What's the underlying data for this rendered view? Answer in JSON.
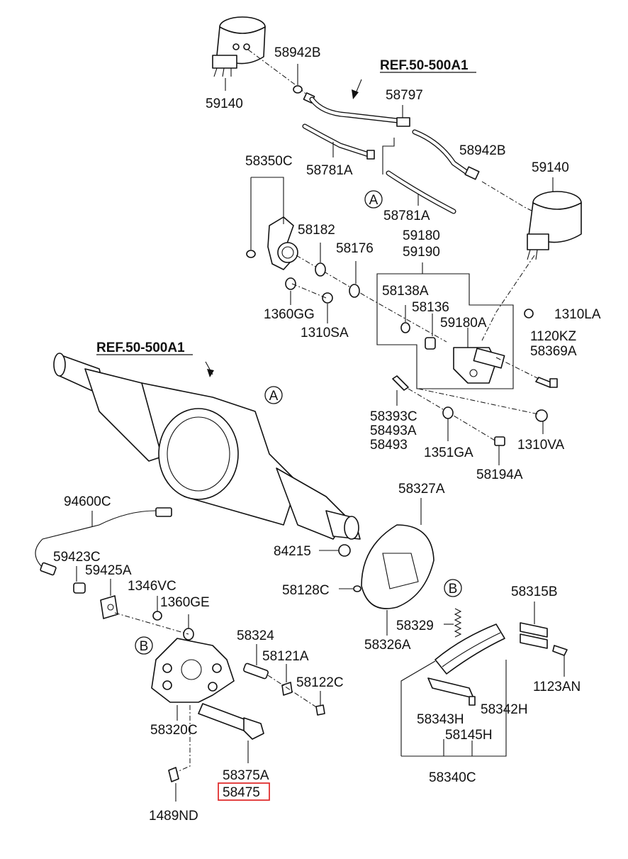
{
  "refs": {
    "upper": "REF.50-500A1",
    "lower": "REF.50-500A1"
  },
  "callouts": {
    "a_upper": "A",
    "a_housing": "A",
    "b_brake": "B",
    "b_bracket": "B"
  },
  "labels": {
    "p58942B_top": "58942B",
    "p59140_top": "59140",
    "p58797": "58797",
    "p58781A_top": "58781A",
    "p58942B_right": "58942B",
    "p59140_right": "59140",
    "p58781A_mid": "58781A",
    "p58350C": "58350C",
    "p58182": "58182",
    "p58176": "58176",
    "p59180": "59180",
    "p59190": "59190",
    "p58138A": "58138A",
    "p58136": "58136",
    "p59180A": "59180A",
    "p1310LA": "1310LA",
    "p1120KZ": "1120KZ",
    "p58369A": "58369A",
    "p1360GG": "1360GG",
    "p1310SA": "1310SA",
    "p58393C": "58393C",
    "p58493A": "58493A",
    "p58493": "58493",
    "p1351GA": "1351GA",
    "p1310VA": "1310VA",
    "p58194A": "58194A",
    "p58327A": "58327A",
    "p94600C": "94600C",
    "p59423C": "59423C",
    "p59425A": "59425A",
    "p1346VC": "1346VC",
    "p1360GE": "1360GE",
    "p84215": "84215",
    "p58128C": "58128C",
    "p58315B": "58315B",
    "p58329": "58329",
    "p58326A": "58326A",
    "p58324": "58324",
    "p58121A": "58121A",
    "p58122C": "58122C",
    "p1123AN": "1123AN",
    "p58343H": "58343H",
    "p58342H": "58342H",
    "p58145H": "58145H",
    "p58320C": "58320C",
    "p58340C": "58340C",
    "p58375A": "58375A",
    "p58475": "58475",
    "p1489ND": "1489ND"
  },
  "highlight": {
    "part": "58475",
    "color": "#e03030"
  }
}
